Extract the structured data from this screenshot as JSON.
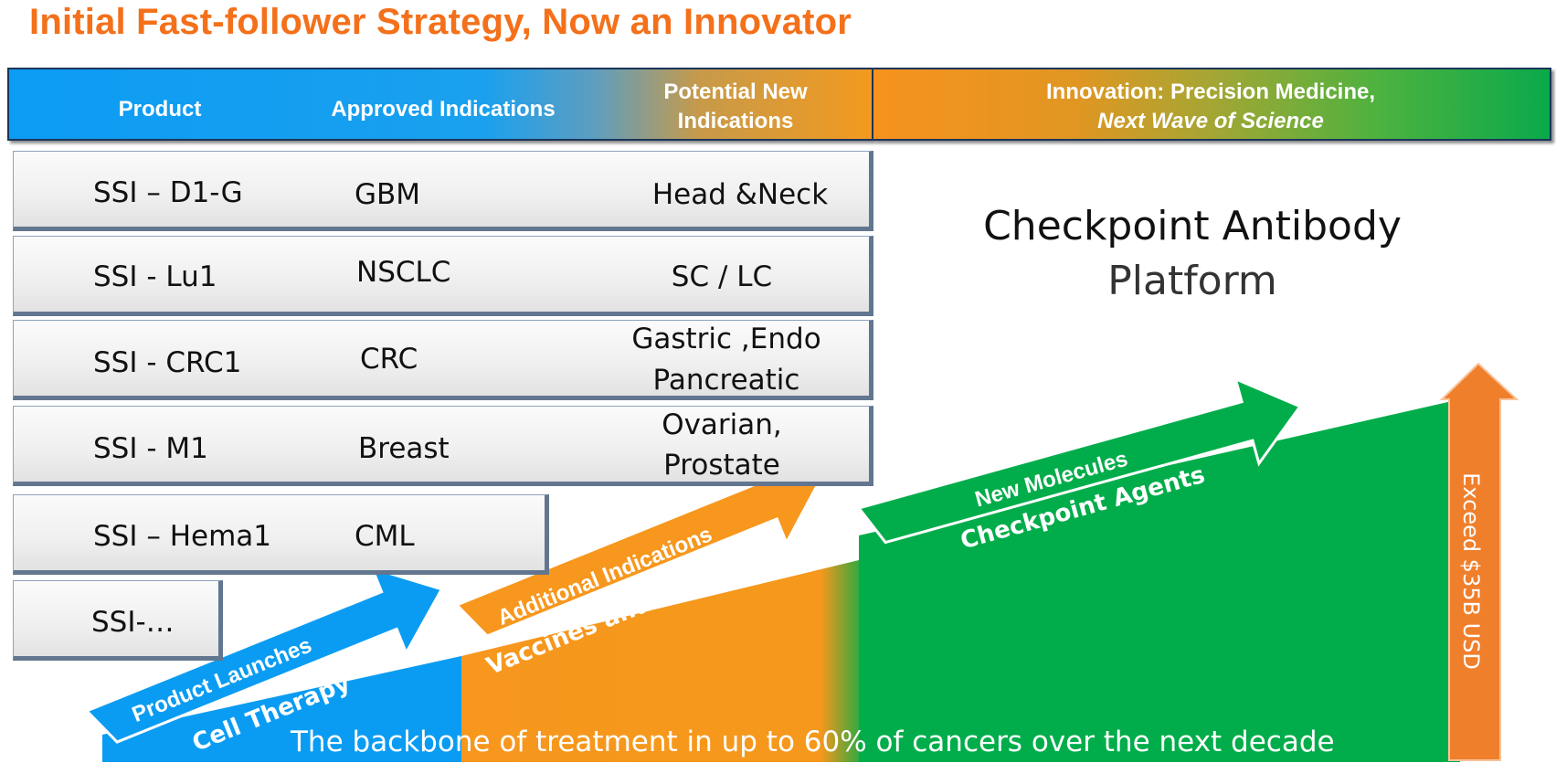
{
  "title": "Initial Fast-follower Strategy, Now an Innovator",
  "header": {
    "product": "Product",
    "approved": "Approved Indications",
    "potential_line1": "Potential New",
    "potential_line2": "Indications",
    "innovation_line1": "Innovation: Precision Medicine,",
    "innovation_line2": "Next Wave of Science"
  },
  "products": [
    {
      "product": "SSI – D1-G",
      "approved": "GBM",
      "potential_line1": "Head &Neck",
      "potential_line2": ""
    },
    {
      "product": "SSI - Lu1",
      "approved": "NSCLC",
      "potential_line1": "SC / LC",
      "potential_line2": ""
    },
    {
      "product": "SSI - CRC1",
      "approved": "CRC",
      "potential_line1": "Gastric ,Endo",
      "potential_line2": "Pancreatic"
    },
    {
      "product": "SSI - M1",
      "approved": "Breast",
      "potential_line1": "Ovarian,",
      "potential_line2": "Prostate"
    },
    {
      "product": "SSI – Hema1",
      "approved": "CML",
      "potential_line1": "",
      "potential_line2": ""
    },
    {
      "product": "SSI-…",
      "approved": "",
      "potential_line1": "",
      "potential_line2": ""
    }
  ],
  "checkpoint": {
    "title": "Checkpoint Antibody",
    "subtitle": "Platform"
  },
  "arrows": [
    {
      "top": "Product Launches",
      "bottom": "Cell Therapy"
    },
    {
      "top": "Additional Indications",
      "bottom": "Vaccines and Cell Therapy"
    },
    {
      "top": "New Molecules",
      "bottom": "Checkpoint Agents"
    }
  ],
  "backbone": "The backbone of treatment in up to 60% of cancers over the next decade",
  "exceed": "Exceed $35B USD",
  "colors": {
    "title": "#f4701a",
    "blue": "#0a9cf2",
    "orange": "#f7971d",
    "green": "#00ad4a",
    "exceed_arrow": "#f07f2c"
  }
}
